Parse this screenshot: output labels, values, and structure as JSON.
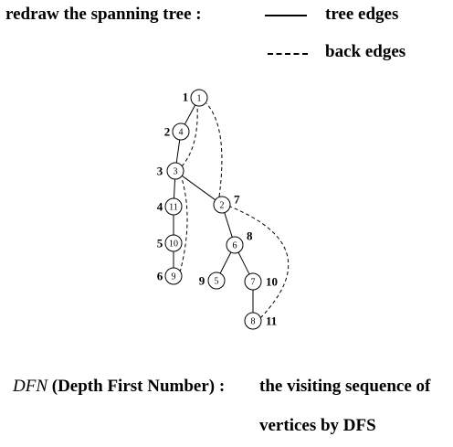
{
  "header": {
    "title": "redraw the spanning tree :",
    "legend_tree": "tree edges",
    "legend_back": "back edges"
  },
  "graph": {
    "nodes": [
      {
        "id": "1",
        "dfn": "1"
      },
      {
        "id": "4",
        "dfn": "2"
      },
      {
        "id": "3",
        "dfn": "3"
      },
      {
        "id": "11",
        "dfn": "4"
      },
      {
        "id": "10",
        "dfn": "5"
      },
      {
        "id": "9",
        "dfn": "6"
      },
      {
        "id": "2",
        "dfn": "7"
      },
      {
        "id": "6",
        "dfn": "8"
      },
      {
        "id": "5",
        "dfn": "9"
      },
      {
        "id": "7",
        "dfn": "10"
      },
      {
        "id": "8",
        "dfn": "11"
      }
    ],
    "tree_edges": [
      [
        "1",
        "4"
      ],
      [
        "4",
        "3"
      ],
      [
        "3",
        "11"
      ],
      [
        "11",
        "10"
      ],
      [
        "10",
        "9"
      ],
      [
        "3",
        "2"
      ],
      [
        "2",
        "6"
      ],
      [
        "6",
        "5"
      ],
      [
        "6",
        "7"
      ],
      [
        "7",
        "8"
      ]
    ],
    "back_edges": [
      [
        "3",
        "1"
      ],
      [
        "2",
        "1"
      ],
      [
        "9",
        "3"
      ],
      [
        "8",
        "2"
      ]
    ]
  },
  "footer": {
    "dfn_abbr": "DFN",
    "dfn_full": "(Depth First Number) :",
    "definition_line1": "the visiting sequence of",
    "definition_line2": "vertices by DFS"
  }
}
